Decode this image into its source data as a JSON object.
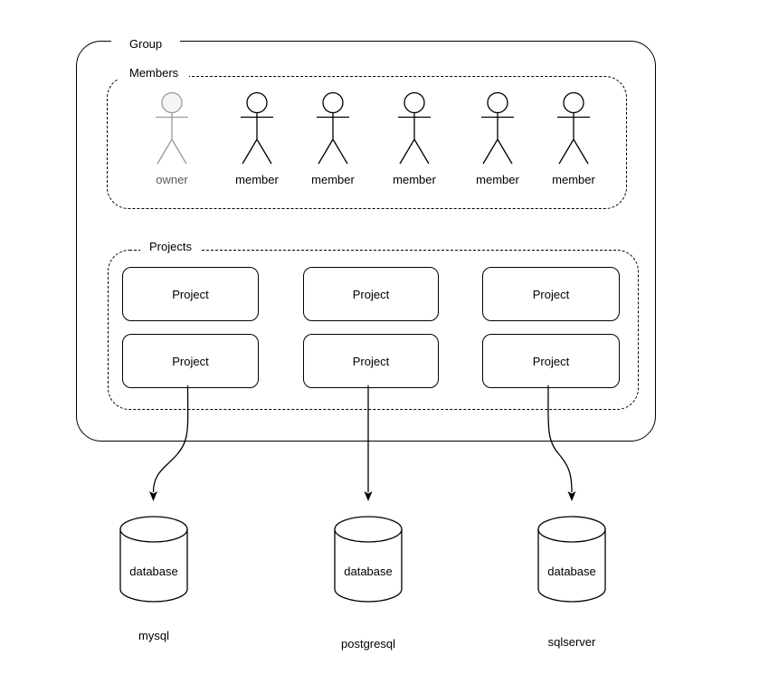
{
  "group": {
    "label": "Group"
  },
  "members": {
    "label": "Members",
    "items": [
      {
        "role": "owner",
        "label": "owner"
      },
      {
        "role": "member",
        "label": "member"
      },
      {
        "role": "member",
        "label": "member"
      },
      {
        "role": "member",
        "label": "member"
      },
      {
        "role": "member",
        "label": "member"
      },
      {
        "role": "member",
        "label": "member"
      }
    ]
  },
  "projects": {
    "label": "Projects",
    "items": [
      {
        "label": "Project"
      },
      {
        "label": "Project"
      },
      {
        "label": "Project"
      },
      {
        "label": "Project"
      },
      {
        "label": "Project"
      },
      {
        "label": "Project"
      }
    ]
  },
  "databases": {
    "items": [
      {
        "label": "database",
        "name": "mysql"
      },
      {
        "label": "database",
        "name": "postgresql"
      },
      {
        "label": "database",
        "name": "sqlserver"
      }
    ]
  },
  "connections": [
    {
      "from": "Project (column 1)",
      "to": "mysql"
    },
    {
      "from": "Project (column 2)",
      "to": "postgresql"
    },
    {
      "from": "Project (column 3)",
      "to": "sqlserver"
    }
  ],
  "colors": {
    "stroke": "#000000",
    "owner_stroke": "#999999",
    "owner_head_fill": "#f5f5f5",
    "member_head_fill": "#ffffff",
    "owner_text": "#595959",
    "text": "#000000",
    "background": "#ffffff"
  }
}
